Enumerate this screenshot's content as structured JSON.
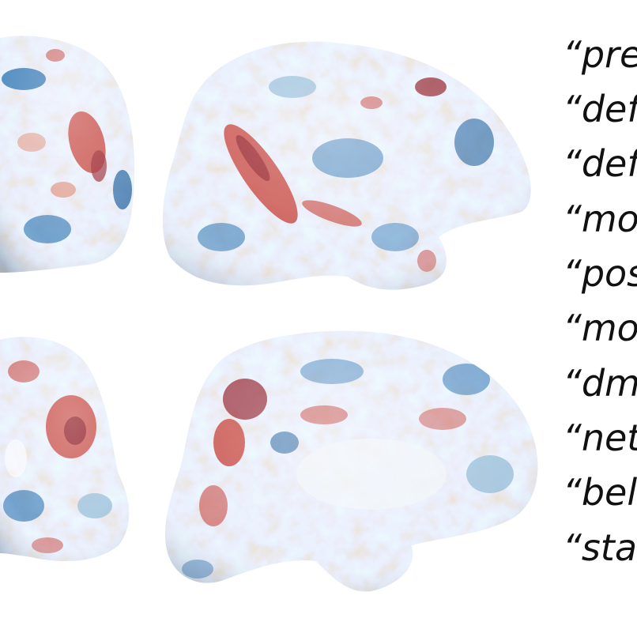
{
  "figure": {
    "views": [
      {
        "name": "left-lateral"
      },
      {
        "name": "right-lateral"
      },
      {
        "name": "left-medial"
      },
      {
        "name": "right-medial"
      }
    ],
    "colors": {
      "positive_strong": "#8b0c17",
      "positive": "#c8473f",
      "positive_light": "#e3a08f",
      "neutral": "#e9f1f4",
      "negative_light": "#9fc3dc",
      "negative": "#3a7db7",
      "negative_strong": "#1a5d9b"
    }
  },
  "terms": [
    "“prec",
    "“defa",
    "“defa",
    "“moc",
    "“pos",
    "“moc",
    "“dmi",
    "“netv",
    "“beli",
    "“stat"
  ]
}
